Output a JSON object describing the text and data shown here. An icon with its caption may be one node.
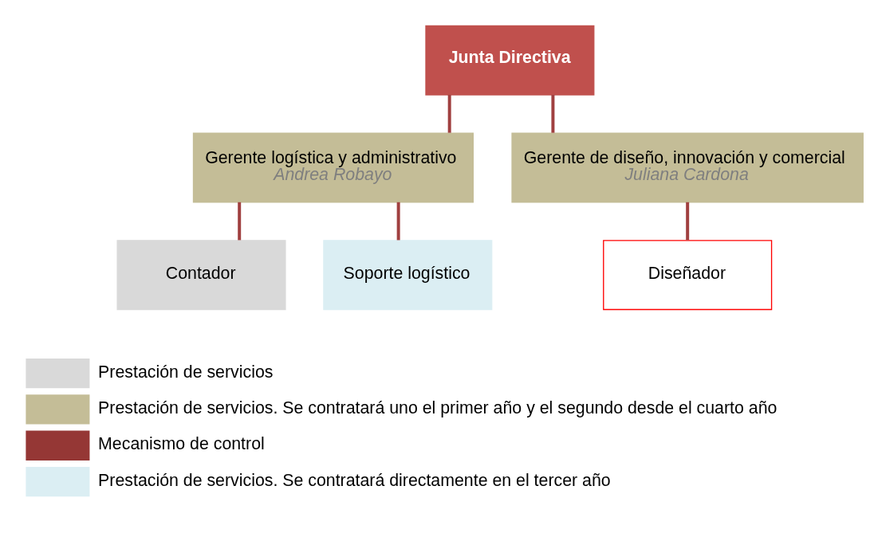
{
  "diagram": {
    "nodes": [
      {
        "text": [
          "Junta Directiva"
        ]
      },
      {
        "text": [
          "Gerente logística y administrativo",
          "Andrea Robayo"
        ]
      },
      {
        "text": [
          "Gerente de diseño, innovación y comercial",
          "Juliana Cardona"
        ]
      },
      {
        "text": [
          "Contador"
        ]
      },
      {
        "text": [
          "Diseñador"
        ]
      },
      {
        "text": [
          "Soporte logístico"
        ]
      }
    ],
    "edges": [
      {
        "from": 0,
        "to": 1,
        "arrow": "none"
      },
      {
        "from": 0,
        "to": 2,
        "arrow": "none"
      },
      {
        "from": 1,
        "to": 3,
        "arrow": "none"
      },
      {
        "from": 1,
        "to": 5,
        "arrow": "none"
      },
      {
        "from": 2,
        "to": 4,
        "arrow": "none"
      }
    ],
    "legend": [
      {
        "text": "Prestación de servicios",
        "color": "#d9d9d9"
      },
      {
        "text": "Prestación de servicios. Se contratará uno el primer año y el segundo desde el cuarto año",
        "color": "#c4bd97"
      },
      {
        "text": "Mecanismo de control",
        "color": "#953735"
      },
      {
        "text": "Prestación de servicios. Se contratará directamente en el tercer año",
        "color": "#dbeef3"
      }
    ]
  }
}
